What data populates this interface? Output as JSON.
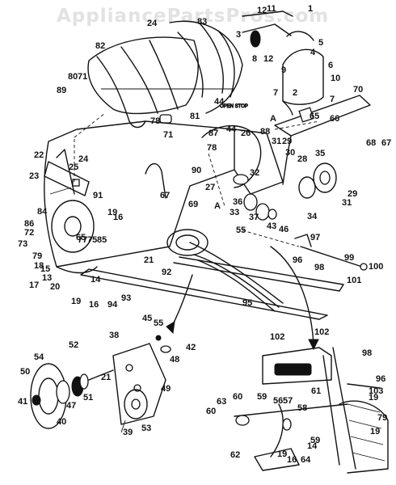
{
  "watermark": "AppliancePartsPros.com",
  "decal_text": "OPEN STOP",
  "callouts": {
    "c1": "1",
    "c2": "2",
    "c3": "3",
    "c4": "4",
    "c5": "5",
    "c6": "6",
    "c7a": "7",
    "c7b": "7",
    "c8": "8",
    "c9": "9",
    "c10": "10",
    "c11": "11",
    "c12a": "12",
    "c12b": "12",
    "c13": "13",
    "c14a": "14",
    "c14b": "14",
    "c15": "15",
    "c16a": "16",
    "c16b": "16",
    "c16c": "16",
    "c17": "17",
    "c18": "18",
    "c19a": "19",
    "c19b": "19",
    "c19c": "19",
    "c19d": "19",
    "c19e": "19",
    "c20": "20",
    "c21a": "21",
    "c21b": "21",
    "c22": "22",
    "c23": "23",
    "c24a": "24",
    "c24b": "24",
    "c25": "25",
    "c26": "26",
    "c27": "27",
    "c28": "28",
    "c29a": "29",
    "c29b": "29",
    "c30": "30",
    "c31a": "31",
    "c31b": "31",
    "c32": "32",
    "c33": "33",
    "c34": "34",
    "c35": "35",
    "c36": "36",
    "c37": "37",
    "c38": "38",
    "c39": "39",
    "c40": "40",
    "c41": "41",
    "c42": "42",
    "c43": "43",
    "c44a": "44",
    "c44b": "44",
    "c45": "45",
    "c46": "46",
    "c47": "47",
    "c48": "48",
    "c49": "49",
    "c50": "50",
    "c51": "51",
    "c52": "52",
    "c53": "53",
    "c54": "54",
    "c55a": "55",
    "c55b": "55",
    "c56": "56",
    "c57": "57",
    "c58": "58",
    "c59a": "59",
    "c59b": "59",
    "c60a": "60",
    "c60b": "60",
    "c61": "61",
    "c62": "62",
    "c63": "63",
    "c64": "64",
    "c65a": "65",
    "c65b": "65",
    "c66": "66",
    "c67a": "67",
    "c67b": "67",
    "c68": "68",
    "c69": "69",
    "c70": "70",
    "c71a": "71",
    "c71b": "71",
    "c72": "72",
    "c73": "73",
    "c75": "75",
    "c77": "77",
    "c78a": "78",
    "c78b": "78",
    "c79a": "79",
    "c79b": "79",
    "c80": "80",
    "c81": "81",
    "c82": "82",
    "c83": "83",
    "c84": "84",
    "c85": "85",
    "c86": "86",
    "c87": "87",
    "c88": "88",
    "c89": "89",
    "c90": "90",
    "c91": "91",
    "c92": "92",
    "c93": "93",
    "c94": "94",
    "c95": "95",
    "c96a": "96",
    "c96b": "96",
    "c97": "97",
    "c98a": "98",
    "c98b": "98",
    "c99": "99",
    "c100": "100",
    "c101": "101",
    "c102a": "102",
    "c102b": "102",
    "c103": "103",
    "cA1": "A",
    "cA2": "A"
  }
}
